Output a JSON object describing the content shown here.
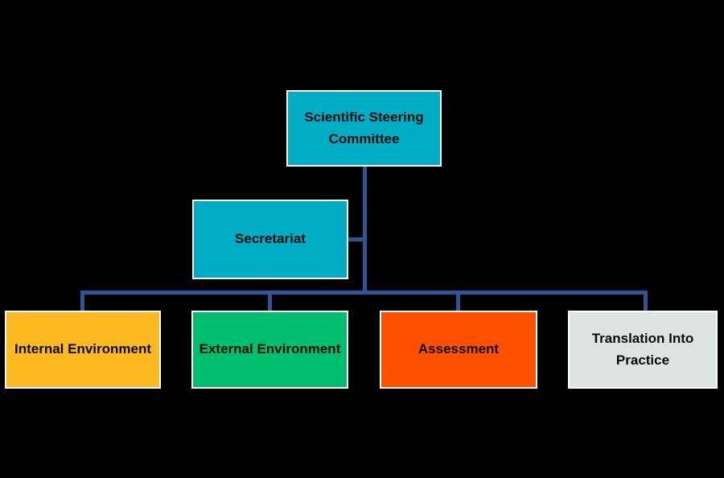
{
  "colors": {
    "background": "#000000",
    "connector": "#2F5597",
    "node_border": "#FFFFFF",
    "label_text": "#0A0A0A"
  },
  "org_chart": {
    "root": {
      "label": "Scientific Steering Committee",
      "fill": "#00ACC3"
    },
    "secretariat": {
      "label": "Secretariat",
      "fill": "#00ACC3"
    },
    "children": [
      {
        "label": "Internal Environment",
        "fill": "#FDB822"
      },
      {
        "label": "External Environment",
        "fill": "#00BD6F"
      },
      {
        "label": "Assessment",
        "fill": "#FE5000"
      },
      {
        "label": "Translation Into Practice",
        "fill": "#DDE3E2"
      }
    ]
  }
}
